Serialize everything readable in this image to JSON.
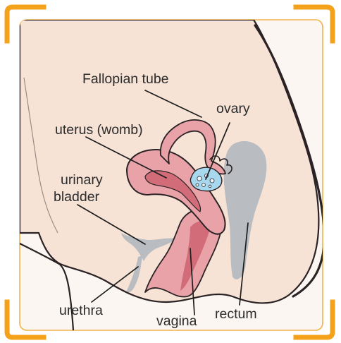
{
  "colors": {
    "corner_accent": "#f4a21b",
    "panel_border": "#f2b24a",
    "skin": "#f6e3d6",
    "organ_pink": "#e9a2a8",
    "organ_dark_pink": "#d26c78",
    "organ_light_pink": "#f5c8c8",
    "grey_organ": "#b9bcc0",
    "ovary_blue": "#a8d8ee",
    "line": "#1e1e1e"
  },
  "labels": {
    "fallopian_tube": "Fallopian tube",
    "ovary": "ovary",
    "uterus": "uterus (womb)",
    "bladder_line1": "urinary",
    "bladder_line2": "bladder",
    "urethra": "urethra",
    "vagina": "vagina",
    "rectum": "rectum"
  }
}
